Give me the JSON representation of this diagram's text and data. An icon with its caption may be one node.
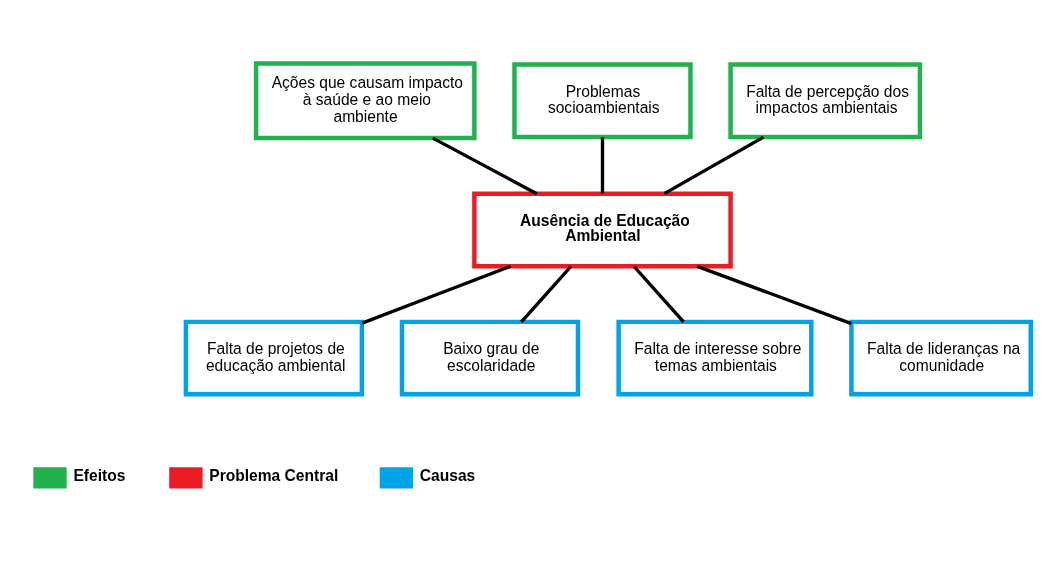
{
  "diagram": {
    "nodes": [
      {
        "text": [
          "Ações que causam impacto à saúde e ao meio ambiente"
        ]
      },
      {
        "text": [
          "Problemas socioambientais"
        ]
      },
      {
        "text": [
          "Falta de percepção dos impactos ambientais"
        ]
      },
      {
        "text": [
          "Ausência de Educação Ambiental"
        ]
      },
      {
        "text": [
          "Falta de projetos de educação ambiental"
        ]
      },
      {
        "text": [
          "Baixo grau de escolaridade"
        ]
      },
      {
        "text": [
          "Falta de interesse sobre temas ambientais"
        ]
      },
      {
        "text": [
          "Falta de lideranças na comunidade"
        ]
      }
    ],
    "edges": [
      {
        "from": 0,
        "to": 3,
        "arrow": "none"
      },
      {
        "from": 1,
        "to": 3,
        "arrow": "none"
      },
      {
        "from": 2,
        "to": 3,
        "arrow": "none"
      },
      {
        "from": 3,
        "to": 4,
        "arrow": "none"
      },
      {
        "from": 3,
        "to": 5,
        "arrow": "none"
      },
      {
        "from": 3,
        "to": 6,
        "arrow": "none"
      },
      {
        "from": 3,
        "to": 7,
        "arrow": "none"
      }
    ],
    "legend": [
      {
        "text": "Efeitos",
        "color": "#22b14c"
      },
      {
        "text": "Problema Central",
        "color": "#ed1c24"
      },
      {
        "text": "Causas",
        "color": "#00a2e8"
      }
    ]
  }
}
